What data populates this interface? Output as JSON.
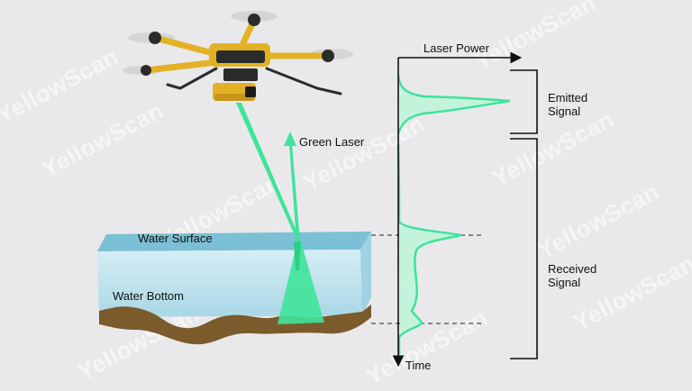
{
  "watermark": "YellowScan",
  "labels": {
    "laser_power": "Laser Power",
    "time": "Time",
    "green_laser": "Green Laser",
    "water_surface": "Water Surface",
    "water_bottom": "Water Bottom",
    "emitted_line1": "Emitted",
    "emitted_line2": "Signal",
    "received_line1": "Received",
    "received_line2": "Signal"
  },
  "colors": {
    "laser": "#3fe39a",
    "laser_fill": "#c4f3dc",
    "water_top": "#79bfd3",
    "water_body": "#bfe3ee",
    "seabed": "#7a5a2c",
    "drone_body": "#e3b224",
    "drone_dark": "#2b2b2b",
    "background": "#e9e9ec"
  }
}
